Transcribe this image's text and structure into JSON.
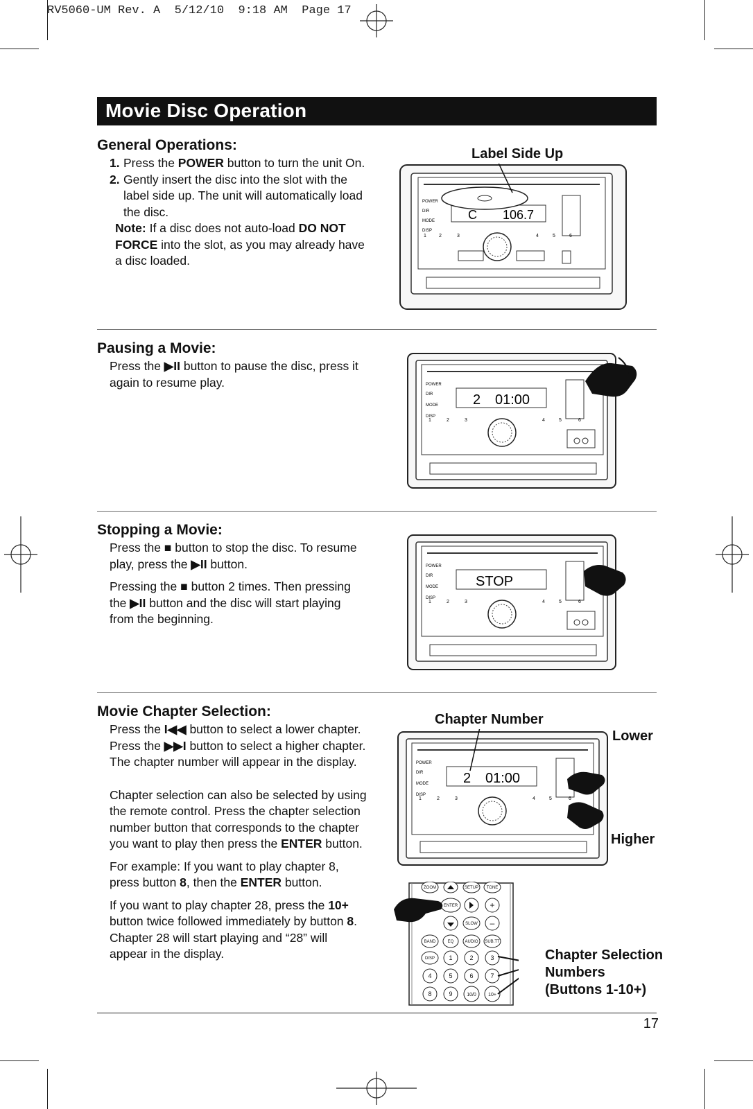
{
  "print_header": "RV5060-UM Rev. A  5/12/10  9:18 AM  Page 17",
  "title": "Movie Disc Operation",
  "sections": {
    "general": {
      "heading": "General Operations:",
      "step1_num": "1.",
      "step1_a": "Press the ",
      "step1_b": "POWER",
      "step1_c": " button to turn the unit On.",
      "step2_num": "2.",
      "step2_a": "Gently insert the disc into the slot with the label side up. The unit will automatically load the disc.",
      "note_a": "Note:",
      "note_b": " If a disc does not auto-load ",
      "note_c": "DO NOT FORCE",
      "note_d": " into the slot, as you may already have a disc loaded.",
      "callout": "Label Side Up"
    },
    "pausing": {
      "heading": "Pausing a Movie:",
      "p1_a": "Press the ",
      "p1_b": "▶II",
      "p1_c": " button to pause the disc, press it again to resume play."
    },
    "stopping": {
      "heading": "Stopping a Movie:",
      "p1_a": "Press the ",
      "p1_b": "■",
      "p1_c": " button to stop the disc. To resume play, press the ",
      "p1_d": "▶II",
      "p1_e": " button.",
      "p2_a": "Pressing the ",
      "p2_b": "■",
      "p2_c": " button 2 times. Then pressing the ",
      "p2_d": "▶II",
      "p2_e": " button and the disc will start playing from the beginning."
    },
    "chapter": {
      "heading": "Movie Chapter Selection:",
      "p1_a": "Press the ",
      "p1_b": "I◀◀",
      "p1_c": " button to select a lower chapter. Press the ",
      "p1_d": "▶▶I",
      "p1_e": " button to select a higher chapter. The chapter number will appear in the display.",
      "p2_a": "Chapter selection can also be selected by using the remote control. Press the chapter selection number button that corresponds to the chapter you want to play then press the ",
      "p2_b": "ENTER",
      "p2_c": " button.",
      "p3_a": "For example: If you want to play chapter 8, press button ",
      "p3_b": "8",
      "p3_c": ", then the ",
      "p3_d": "ENTER",
      "p3_e": " button.",
      "p4_a": "If you want to play chapter 28, press the ",
      "p4_b": "10+",
      "p4_c": " button twice followed immediately by button ",
      "p4_d": "8",
      "p4_e": ". Chapter 28 will start playing and “28” will appear in the display.",
      "callout_chapter": "Chapter Number",
      "callout_lower": "Lower",
      "callout_higher": "Higher",
      "callout_sel_1": "Chapter Selection",
      "callout_sel_2": "Numbers",
      "callout_sel_3": "(Buttons 1-10+)"
    }
  },
  "unit_labels": {
    "power": "POWER",
    "dir": "DIR",
    "mode": "MODE",
    "disp": "DISP",
    "n1": "1",
    "n2": "2",
    "n3": "3",
    "n4": "4",
    "n5": "5",
    "n6": "6",
    "disp1_ch": "C",
    "disp1_val": "106.7",
    "disp2_ch": "2",
    "disp2_val": "01:00",
    "disp3_val": "STOP",
    "disp4_ch": "2",
    "disp4_val": "01:00"
  },
  "remote": {
    "zoom": "ZOOM",
    "setup": "SETUP",
    "tone": "TONE",
    "enter": "ENTER",
    "slow": "SLOW",
    "band": "BAND",
    "eq": "EQ",
    "audio": "AUDIO",
    "subtt": "SUB.TT",
    "disp": "DISP",
    "k1": "1",
    "k2": "2",
    "k3": "3",
    "k4": "4",
    "k5": "5",
    "k6": "6",
    "k7": "7",
    "k8": "8",
    "k9": "9",
    "k10": "10/0",
    "k10p": "10+",
    "plus": "+",
    "minus": "–"
  },
  "page_number": "17"
}
